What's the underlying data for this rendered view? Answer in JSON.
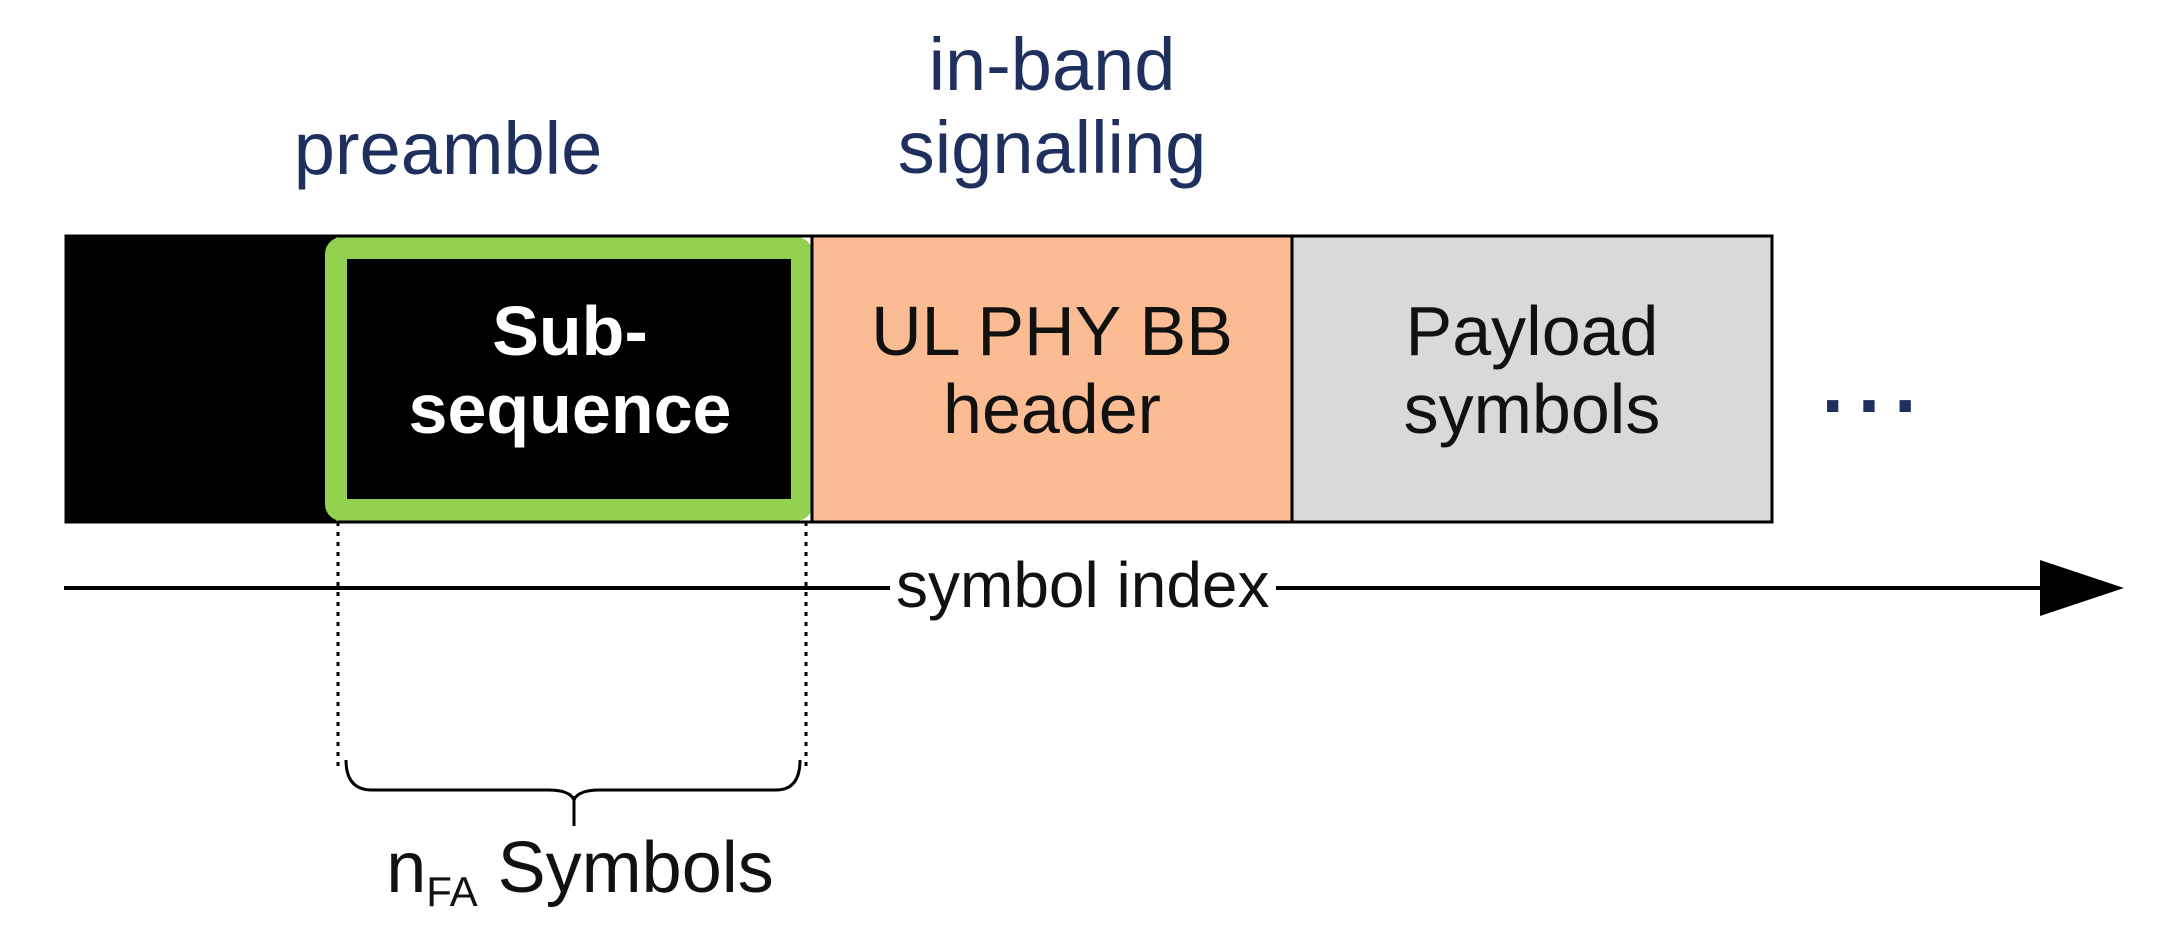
{
  "colors": {
    "label_blue": "#1f2f5e",
    "black_block": "#000000",
    "subsequence_border": "#92d050",
    "header_fill": "#fbbb93",
    "payload_fill": "#d9d9d9",
    "text_dark": "#111111",
    "text_white": "#ffffff"
  },
  "labels": {
    "preamble": "preamble",
    "in_band_line1": "in-band",
    "in_band_line2": "signalling",
    "subsequence_line1": "Sub-",
    "subsequence_line2": "sequence",
    "header_line1": "UL PHY BB",
    "header_line2": "header",
    "payload_line1": "Payload",
    "payload_line2": "symbols",
    "continuation": "...",
    "axis": "symbol index",
    "nfa_n": "n",
    "nfa_sub": "FA",
    "nfa_suffix": " Symbols"
  },
  "icons": {
    "axis_arrow": "arrowhead-right-icon",
    "brace": "curly-brace-icon"
  }
}
